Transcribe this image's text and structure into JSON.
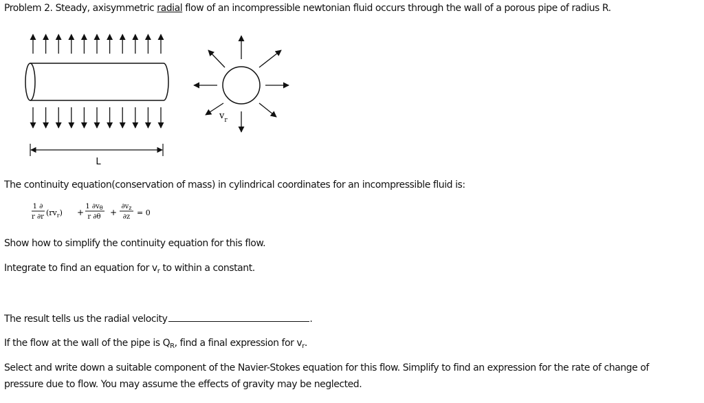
{
  "problem": {
    "label": "Problem 2.",
    "intro_before": "Steady, axisymmetric",
    "intro_underlined": "radial",
    "intro_after": "flow of an incompressible newtonian fluid occurs through the wall of a porous pipe of radius R."
  },
  "figure": {
    "length_label": "L",
    "velocity_label": "v",
    "velocity_subscript": "r"
  },
  "continuity": {
    "statement": "The continuity equation(conservation of mass) in cylindrical coordinates for an incompressible fluid is:",
    "term1_num": "1 ∂",
    "term1_den": "r ∂r",
    "term1_body": "(rv",
    "term1_sub": "r",
    "term1_close": ")",
    "plus": "+",
    "term2_num": "1 ∂v",
    "term2_num_sub": "θ",
    "term2_den": "r ∂θ",
    "term3_num": "∂v",
    "term3_num_sub": "z",
    "term3_den": "∂z",
    "equals_zero": "= 0"
  },
  "tasks": {
    "simplify": "Show how to simplify the continuity equation for this flow.",
    "integrate_before": "Integrate to find an equation for v",
    "integrate_sub": "r",
    "integrate_after": " to within a constant.",
    "result_text": "The result tells us the radial velocity",
    "result_end": ".",
    "wall_before": "If the flow at the wall of the pipe is Q",
    "wall_sub": "R",
    "wall_mid": ", find a final expression for v",
    "wall_sub2": "r",
    "wall_end": ".",
    "navier_line1": "Select and write down a suitable component of the Navier-Stokes equation for this flow. Simplify to find an expression for the rate of change of",
    "navier_line2": "pressure due to flow.  You may assume the effects of gravity may be neglected."
  }
}
